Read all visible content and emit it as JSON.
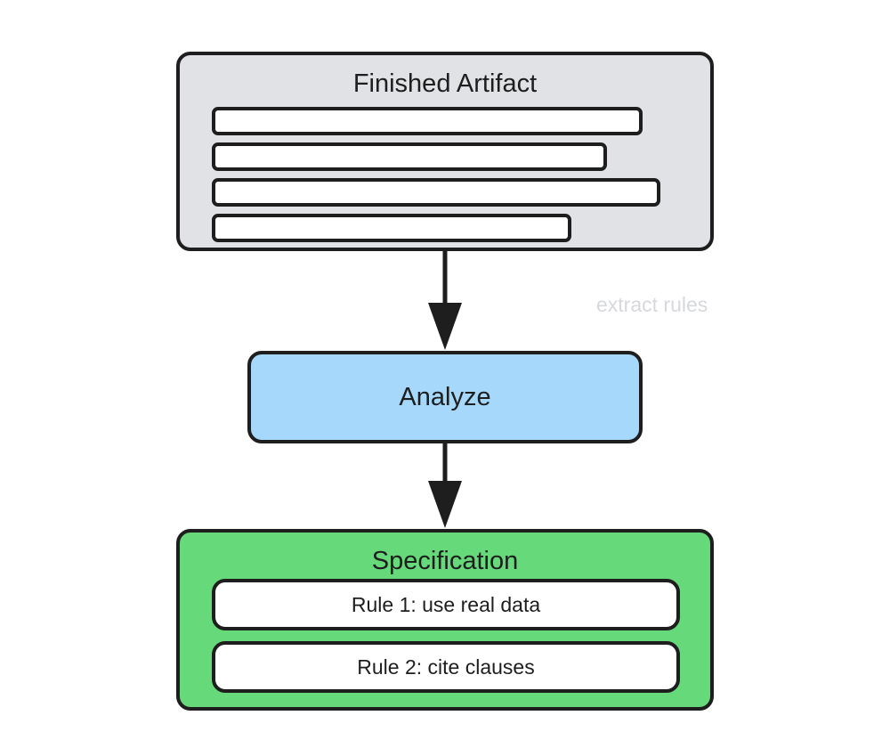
{
  "nodes": {
    "artifact": {
      "title": "Finished Artifact",
      "fill": "#e0e2e6"
    },
    "analyze": {
      "title": "Analyze",
      "fill": "#a6d8fb"
    },
    "specification": {
      "title": "Specification",
      "fill": "#66d97b",
      "rules": [
        "Rule 1: use real data",
        "Rule 2: cite clauses"
      ]
    }
  },
  "edges": {
    "artifact_to_analyze": {
      "label": "extract rules"
    }
  },
  "colors": {
    "stroke": "#1e1e1e",
    "label_muted": "#d6d8dc"
  }
}
